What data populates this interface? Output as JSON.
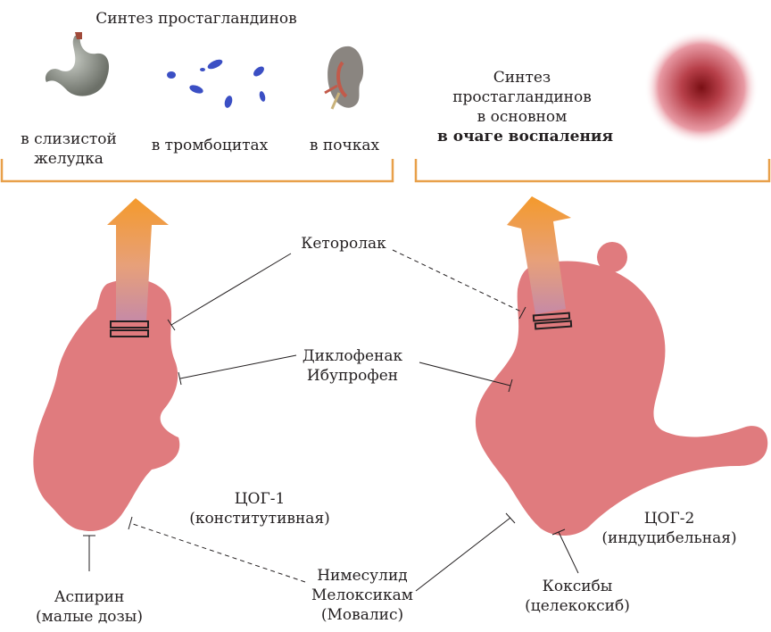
{
  "left_panel": {
    "title": "Синтез простагландинов",
    "stomach_label_line1": "в слизистой",
    "stomach_label_line2": "желудка",
    "platelets_label": "в тромбоцитах",
    "kidneys_label": "в почках"
  },
  "right_panel": {
    "line1": "Синтез",
    "line2": "простагландинов",
    "line3": "в основном",
    "line4_bold": "в очаге воспаления"
  },
  "drugs": {
    "ketorolac": "Кеторолак",
    "diclofenac": "Диклофенак",
    "ibuprofen": "Ибупрофен",
    "nimesulide": "Нимесулид",
    "meloxicam": "Мелоксикам",
    "movalis": "(Мовалис)",
    "aspirin": "Аспирин",
    "aspirin_dose": "(малые дозы)",
    "coxibs": "Коксибы",
    "celecoxib": "(целекоксиб)"
  },
  "enzymes": {
    "cox1_name": "ЦОГ-1",
    "cox1_type": "(конститутивная)",
    "cox2_name": "ЦОГ-2",
    "cox2_type": "(индуцибельная)"
  },
  "colors": {
    "bracket": "#e8a04a",
    "enzyme_fill": "#e07b7e",
    "arrow_top": "#f5a03a",
    "arrow_bottom": "#c98a9a",
    "line": "#231f20",
    "platelet": "#3b4fc4",
    "inflammation_core": "#8b1a1a"
  }
}
